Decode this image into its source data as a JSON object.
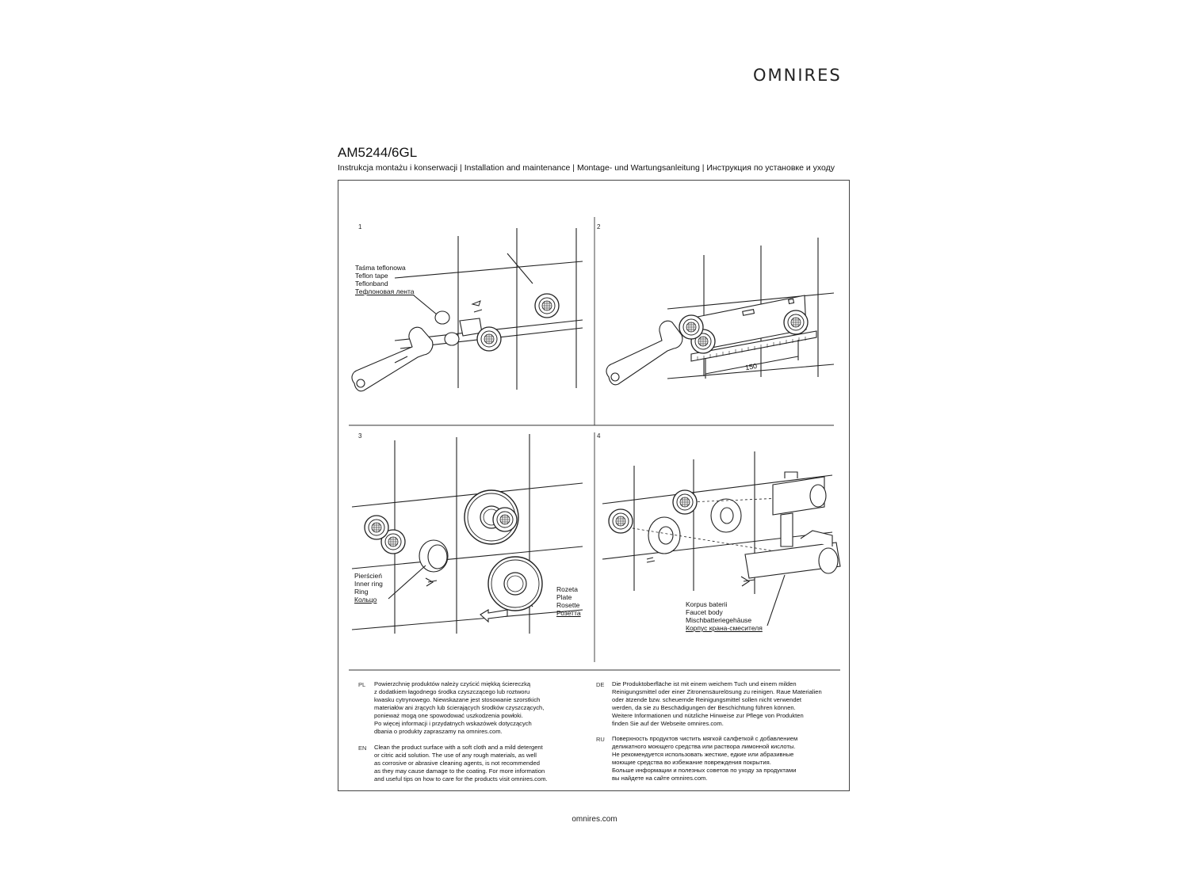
{
  "header": {
    "brand": "OMNIRES",
    "model": "AM5244/6GL",
    "subtitle": "Instrukcja montażu i konserwacji | Installation and maintenance | Montage- und Wartungsanleitung | Инструкция по установке и уходу"
  },
  "steps": [
    {
      "number": "1",
      "callout": [
        "Taśma teflonowa",
        "Teflon tape",
        "Teflonband",
        "Тефлоновая лента"
      ]
    },
    {
      "number": "2",
      "dimension": "150"
    },
    {
      "number": "3",
      "callout_ring": [
        "Pierścień",
        "Inner ring",
        "Ring",
        "Кольцо"
      ],
      "callout_plate": [
        "Rozeta",
        "Plate",
        "Rosette",
        "Розетта"
      ]
    },
    {
      "number": "4",
      "callout": [
        "Korpus baterii",
        "Faucet body",
        "Mischbatteriegehäuse",
        "Корпус крана-смесителя"
      ]
    }
  ],
  "care": {
    "pl": {
      "code": "PL",
      "lines": [
        "Powierzchnię produktów należy czyścić miękką ściereczką",
        "z dodatkiem łagodnego środka czyszczącego lub roztworu",
        "kwasku cytrynowego. Niewskazane jest stosowanie szorstkich",
        "materiałów ani żrących lub ścierających środków czyszczących,",
        "ponieważ mogą one spowodować uszkodzenia powłoki.",
        "Po więcej informacji i przydatnych wskazówek dotyczących",
        "dbania o produkty zapraszamy na omnires.com."
      ]
    },
    "en": {
      "code": "EN",
      "lines": [
        "Clean the product surface with a soft cloth and a mild detergent",
        "or citric acid solution. The use of any rough materials, as well",
        "as corrosive or abrasive cleaning agents, is not recommended",
        "as they may cause damage to the coating. For more information",
        "and useful tips on how to care for the products visit omnires.com."
      ]
    },
    "de": {
      "code": "DE",
      "lines": [
        "Die Produktoberfläche ist mit einem weichem Tuch und einem milden",
        "Reinigungsmittel oder einer Zitronensäurelösung zu reinigen. Raue Materialien",
        "oder ätzende bzw. scheuernde Reinigungsmittel sollen nicht verwendet",
        "werden, da sie zu Beschädigungen der Beschichtung führen können.",
        "Weitere Informationen und nützliche Hinweise zur Pflege von Produkten",
        "finden Sie auf der Webseite omnires.com."
      ]
    },
    "ru": {
      "code": "RU",
      "lines": [
        "Поверхность продуктов чистить мягкой салфеткой с добавлением",
        "деликатного моющего средства или раствора лимонной кислоты.",
        "Не рекомендуется использовать жесткие, едкие или абразивные",
        "моющие средства во избежание повреждения покрытия.",
        "Больше информации и полезных советов по уходу за продуктами",
        "вы найдете на сайте omnires.com."
      ]
    }
  },
  "footer": {
    "url": "omnires.com"
  },
  "icons": [
    "wrench-icon",
    "connector-icon",
    "spirit-level-icon",
    "rotate-arrow-icon",
    "push-arrow-icon"
  ]
}
